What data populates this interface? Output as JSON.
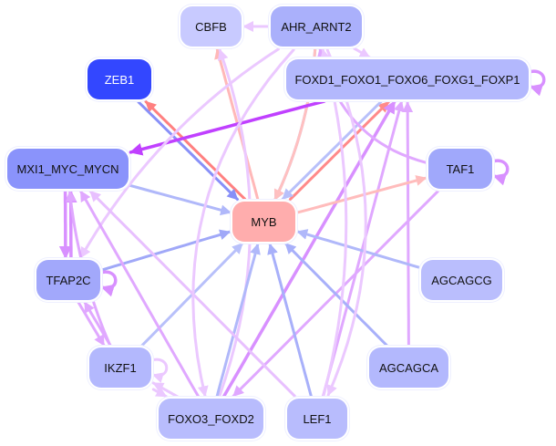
{
  "nodes": [
    {
      "id": "CBFB",
      "label": "CBFB",
      "color": "#c8caff"
    },
    {
      "id": "AHR_ARNT2",
      "label": "AHR_ARNT2",
      "color": "#aab0fb"
    },
    {
      "id": "ZEB1",
      "label": "ZEB1",
      "color": "#3347ff"
    },
    {
      "id": "FOXD1",
      "label": "FOXD1_FOXO1_FOXO6_FOXG1_FOXP1",
      "color": "#b3b8fd"
    },
    {
      "id": "MXI1",
      "label": "MXI1_MYC_MYCN",
      "color": "#8a93fb"
    },
    {
      "id": "TAF1",
      "label": "TAF1",
      "color": "#a0a8fb"
    },
    {
      "id": "MYB",
      "label": "MYB",
      "color": "#ffadad"
    },
    {
      "id": "TFAP2C",
      "label": "TFAP2C",
      "color": "#a2a8fb"
    },
    {
      "id": "AGCAGCG",
      "label": "AGCAGCG",
      "color": "#babefd"
    },
    {
      "id": "IKZF1",
      "label": "IKZF1",
      "color": "#b3b8fd"
    },
    {
      "id": "AGCAGCA",
      "label": "AGCAGCA",
      "color": "#b3b8fd"
    },
    {
      "id": "FOXO3",
      "label": "FOXO3_FOXD2",
      "color": "#b8bcfd"
    },
    {
      "id": "LEF1",
      "label": "LEF1",
      "color": "#b8bcfd"
    }
  ],
  "edges": [
    {
      "source": "AHR_ARNT2",
      "target": "CBFB",
      "color": "#ebc8ff"
    },
    {
      "source": "AHR_ARNT2",
      "target": "FOXD1",
      "color": "#ebc8ff"
    },
    {
      "source": "MYB",
      "target": "CBFB",
      "color": "#ffb8b8"
    },
    {
      "source": "FOXO3",
      "target": "CBFB",
      "color": "#ebc8ff"
    },
    {
      "source": "AHR_ARNT2",
      "target": "MYB",
      "color": "#a8b4f8"
    },
    {
      "source": "AHR_ARNT2",
      "target": "MYB",
      "color": "#ffc0c0"
    },
    {
      "source": "MYB",
      "target": "ZEB1",
      "color": "#ff8080"
    },
    {
      "source": "ZEB1",
      "target": "MYB",
      "color": "#8890f8"
    },
    {
      "source": "FOXD1",
      "target": "MXI1",
      "color": "#c040ff"
    },
    {
      "source": "MYB",
      "target": "FOXD1",
      "color": "#ff8a8a"
    },
    {
      "source": "FOXD1",
      "target": "MYB",
      "color": "#b8c0fa"
    },
    {
      "source": "FOXO3",
      "target": "FOXD1",
      "color": "#d890ff"
    },
    {
      "source": "LEF1",
      "target": "FOXD1",
      "color": "#e0a8ff"
    },
    {
      "source": "AGCAGCA",
      "target": "FOXD1",
      "color": "#e0a8ff"
    },
    {
      "source": "FOXD1",
      "target": "FOXD1",
      "color": "#d890ff"
    },
    {
      "source": "TAF1",
      "target": "TAF1",
      "color": "#d890ff"
    },
    {
      "source": "TAF1",
      "target": "AHR_ARNT2",
      "color": "#e0a8ff"
    },
    {
      "source": "MYB",
      "target": "TAF1",
      "color": "#ffbcbc"
    },
    {
      "source": "TAF1",
      "target": "FOXO3",
      "color": "#e0a8ff"
    },
    {
      "source": "MXI1",
      "target": "MYB",
      "color": "#b0b8fa"
    },
    {
      "source": "TFAP2C",
      "target": "MYB",
      "color": "#a0a8f8"
    },
    {
      "source": "AGCAGCG",
      "target": "MYB",
      "color": "#b0b8fa"
    },
    {
      "source": "IKZF1",
      "target": "MYB",
      "color": "#b8c0fa"
    },
    {
      "source": "FOXO3",
      "target": "MYB",
      "color": "#b0b8fa"
    },
    {
      "source": "LEF1",
      "target": "MYB",
      "color": "#a8b0fa"
    },
    {
      "source": "AGCAGCA",
      "target": "MYB",
      "color": "#a8b0fa"
    },
    {
      "source": "AHR_ARNT2",
      "target": "TFAP2C",
      "color": "#ebc8ff"
    },
    {
      "source": "MXI1",
      "target": "TFAP2C",
      "color": "#d890ff"
    },
    {
      "source": "TFAP2C",
      "target": "MXI1",
      "color": "#d890ff"
    },
    {
      "source": "TFAP2C",
      "target": "TFAP2C",
      "color": "#d890ff"
    },
    {
      "source": "TFAP2C",
      "target": "IKZF1",
      "color": "#e0a8ff"
    },
    {
      "source": "IKZF1",
      "target": "TFAP2C",
      "color": "#e0a8ff"
    },
    {
      "source": "IKZF1",
      "target": "IKZF1",
      "color": "#ebc8ff"
    },
    {
      "source": "IKZF1",
      "target": "FOXO3",
      "color": "#ebc8ff"
    },
    {
      "source": "FOXO3",
      "target": "IKZF1",
      "color": "#ebc8ff"
    },
    {
      "source": "IKZF1",
      "target": "MXI1",
      "color": "#e0a8ff"
    },
    {
      "source": "FOXO3",
      "target": "MXI1",
      "color": "#e0a8ff"
    },
    {
      "source": "LEF1",
      "target": "MXI1",
      "color": "#e8c0ff"
    },
    {
      "source": "AHR_ARNT2",
      "target": "LEF1",
      "color": "#ebc8ff"
    },
    {
      "source": "AHR_ARNT2",
      "target": "FOXO3",
      "color": "#ebc8ff"
    },
    {
      "source": "LEF1",
      "target": "AHR_ARNT2",
      "color": "#ebc8ff"
    }
  ]
}
